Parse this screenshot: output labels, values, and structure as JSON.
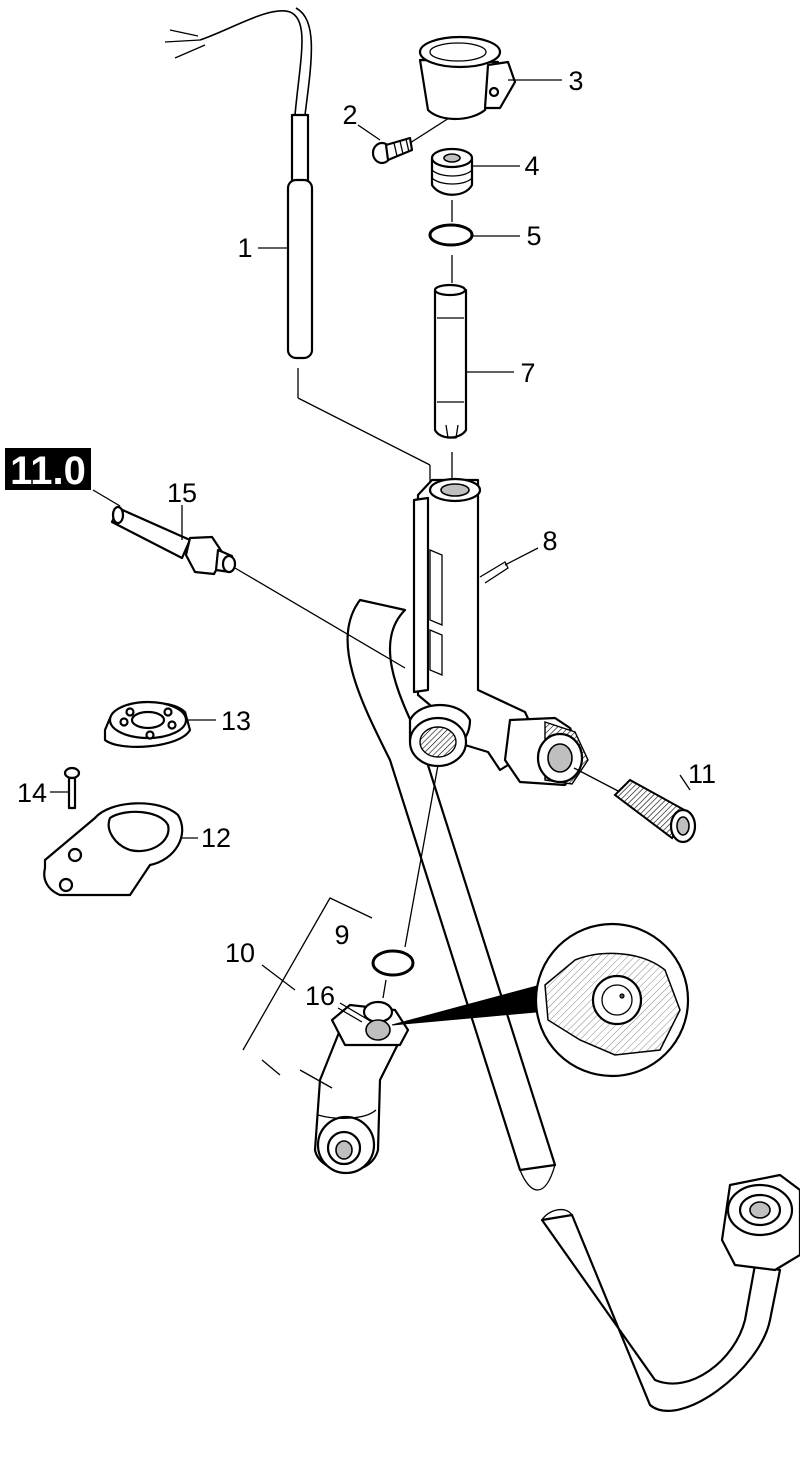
{
  "badge": {
    "label": "11.0"
  },
  "callouts": [
    {
      "id": "1",
      "text": "1"
    },
    {
      "id": "2",
      "text": "2"
    },
    {
      "id": "3",
      "text": "3"
    },
    {
      "id": "4",
      "text": "4"
    },
    {
      "id": "5",
      "text": "5"
    },
    {
      "id": "7",
      "text": "7"
    },
    {
      "id": "8",
      "text": "8"
    },
    {
      "id": "9",
      "text": "9"
    },
    {
      "id": "10",
      "text": "10"
    },
    {
      "id": "11",
      "text": "11"
    },
    {
      "id": "12",
      "text": "12"
    },
    {
      "id": "13",
      "text": "13"
    },
    {
      "id": "14",
      "text": "14"
    },
    {
      "id": "15",
      "text": "15"
    },
    {
      "id": "16",
      "text": "16"
    }
  ],
  "colors": {
    "line": "#000000",
    "background": "#ffffff",
    "badge": "#000000",
    "shading": "#bfbfbf"
  }
}
